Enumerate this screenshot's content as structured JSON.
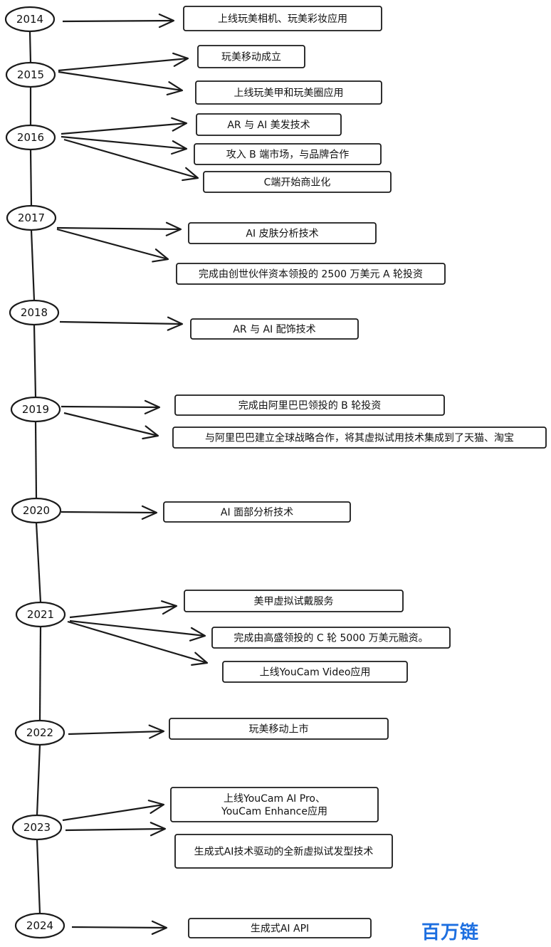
{
  "timeline": {
    "years": [
      {
        "year": "2014",
        "events": [
          "上线玩美相机、玩美彩妆应用"
        ]
      },
      {
        "year": "2015",
        "events": [
          "玩美移动成立",
          "上线玩美甲和玩美圈应用"
        ]
      },
      {
        "year": "2016",
        "events": [
          "AR 与 AI 美发技术",
          "攻入 B 端市场，与品牌合作",
          "C端开始商业化"
        ]
      },
      {
        "year": "2017",
        "events": [
          "AI 皮肤分析技术",
          "完成由创世伙伴资本领投的 2500 万美元 A 轮投资"
        ]
      },
      {
        "year": "2018",
        "events": [
          "AR 与 AI 配饰技术"
        ]
      },
      {
        "year": "2019",
        "events": [
          "完成由阿里巴巴领投的 B 轮投资",
          "与阿里巴巴建立全球战略合作，将其虚拟试用技术集成到了天猫、淘宝"
        ]
      },
      {
        "year": "2020",
        "events": [
          "AI 面部分析技术"
        ]
      },
      {
        "year": "2021",
        "events": [
          "美甲虚拟试戴服务",
          "完成由高盛领投的 C 轮 5000 万美元融资。",
          "上线YouCam Video应用"
        ]
      },
      {
        "year": "2022",
        "events": [
          "玩美移动上市"
        ]
      },
      {
        "year": "2023",
        "events": [
          "上线YouCam AI Pro、\nYouCam Enhance应用",
          "生成式AI技术驱动的全新虚拟试发型技术"
        ]
      },
      {
        "year": "2024",
        "events": [
          "生成式AI API"
        ]
      }
    ]
  },
  "watermark": {
    "text": "百万链",
    "color": "#1d6fe0"
  }
}
